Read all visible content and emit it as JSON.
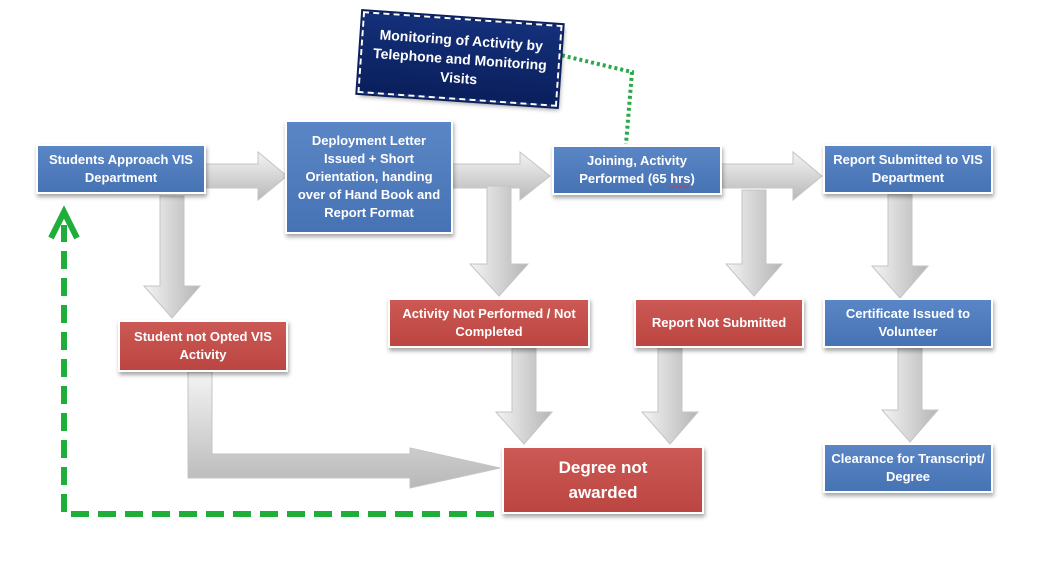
{
  "nodes": {
    "students_approach": "Students Approach VIS Department",
    "deployment_letter": "Deployment Letter Issued + Short Orientation, handing over of Hand Book and Report Format",
    "joining": {
      "before": "Joining, Activity Performed (65 ",
      "underlined": "hrs",
      "after": ")"
    },
    "report_submitted": "Report Submitted to VIS Department",
    "not_opted": "Student not Opted VIS Activity",
    "not_performed": "Activity Not Performed / Not Completed",
    "report_not_submitted": "Report Not Submitted",
    "certificate": "Certificate Issued to Volunteer",
    "clearance": "Clearance for Transcript/ Degree",
    "degree_not_awarded": "Degree not awarded"
  },
  "callout": {
    "text": "Monitoring of Activity by Telephone and Monitoring Visits"
  },
  "colors": {
    "process": "#4f7dc0",
    "failure": "#c0504d",
    "callout": "#0e2668",
    "monitor_link": "#2aa84a",
    "loop_back": "#1fae3a",
    "arrow_fill": "#d9d9d9"
  }
}
